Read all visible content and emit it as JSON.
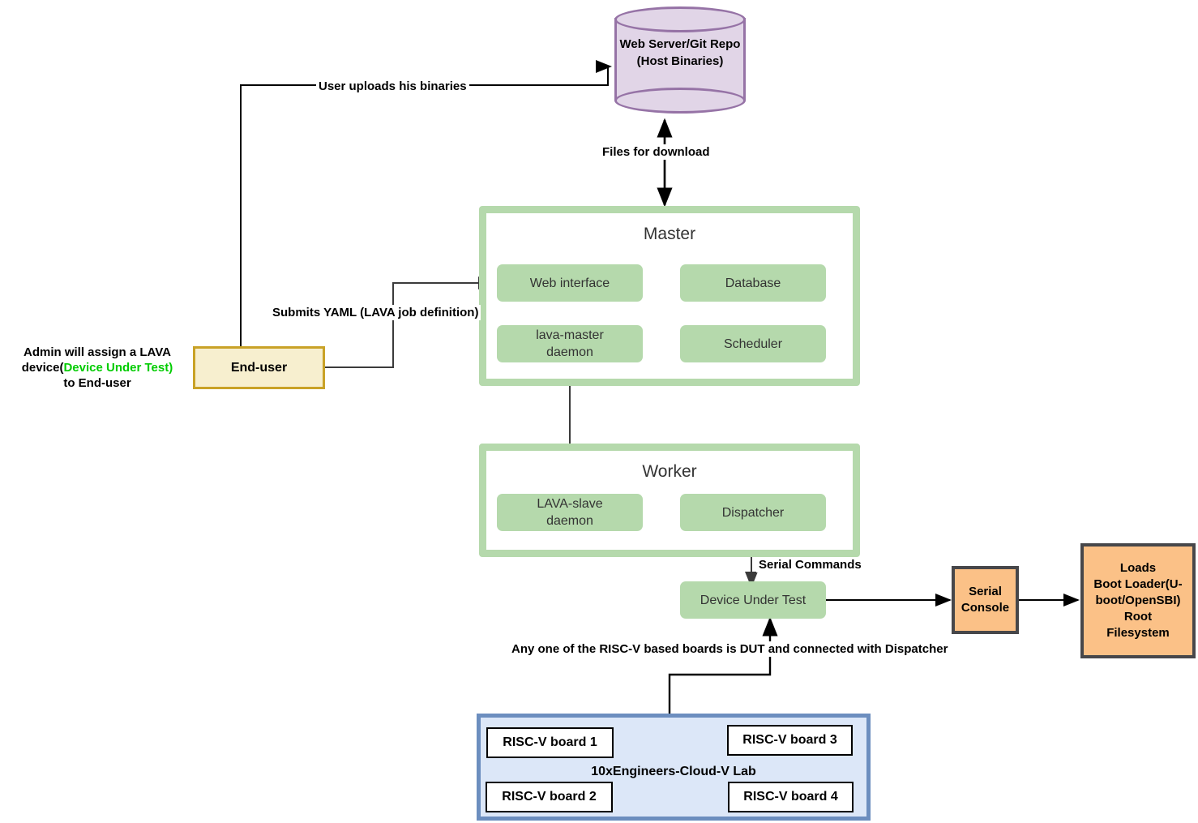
{
  "nodes": {
    "repo": "Web Server/Git Repo (Host Binaries)",
    "master": "Master",
    "web_interface": "Web interface",
    "database": "Database",
    "lava_master_daemon": "lava-master daemon",
    "scheduler": "Scheduler",
    "worker": "Worker",
    "lava_slave_daemon": "LAVA-slave daemon",
    "dispatcher": "Dispatcher",
    "device_under_test": "Device Under Test",
    "end_user": "End-user",
    "serial_console": "Serial Console",
    "loads_boot": "Loads Boot Loader(U-boot/OpenSBI) Root Filesystem",
    "lab_title": "10xEngineers-Cloud-V Lab",
    "board1": "RISC-V board 1",
    "board2": "RISC-V board 2",
    "board3": "RISC-V board 3",
    "board4": "RISC-V board 4"
  },
  "edge_labels": {
    "uploads": "User uploads his binaries",
    "files_download": "Files for download",
    "submits_yaml": "Submits YAML (LAVA job definition)",
    "serial_commands": "Serial Commands",
    "dut_note": "Any one of the RISC-V based boards is DUT and connected with Dispatcher"
  },
  "annotations": {
    "admin_line1": "Admin will assign a LAVA",
    "admin_line2_pre": "device(",
    "admin_line2_green": "Device Under Test)",
    "admin_line3": "to End-user"
  },
  "colors": {
    "green_fill": "#b5d9ac",
    "purple_fill": "#e1d5e7",
    "purple_stroke": "#9673a6",
    "yellow_fill": "#f7efcf",
    "yellow_stroke": "#c9a227",
    "orange_fill": "#fbc187",
    "orange_stroke": "#47474a",
    "blue_fill": "#dce7f8",
    "blue_stroke": "#6c8ebf",
    "accent_green_text": "#00cc00",
    "edge_stroke": "#000000"
  }
}
